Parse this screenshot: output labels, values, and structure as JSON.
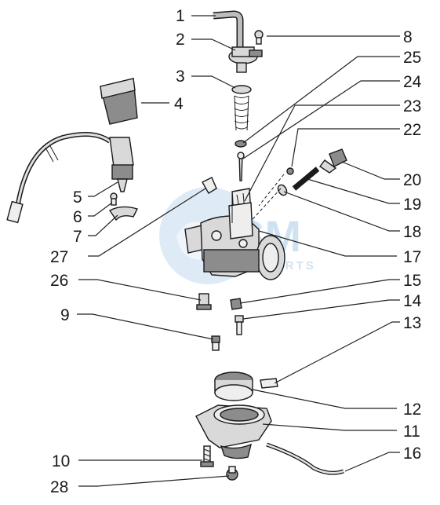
{
  "watermark": {
    "logo_text": "SM",
    "sub_text": "PARTS"
  },
  "callouts": [
    {
      "id": "1",
      "label": "1"
    },
    {
      "id": "2",
      "label": "2"
    },
    {
      "id": "3",
      "label": "3"
    },
    {
      "id": "4",
      "label": "4"
    },
    {
      "id": "5",
      "label": "5"
    },
    {
      "id": "6",
      "label": "6"
    },
    {
      "id": "7",
      "label": "7"
    },
    {
      "id": "8",
      "label": "8"
    },
    {
      "id": "9",
      "label": "9"
    },
    {
      "id": "10",
      "label": "10"
    },
    {
      "id": "11",
      "label": "11"
    },
    {
      "id": "12",
      "label": "12"
    },
    {
      "id": "13",
      "label": "13"
    },
    {
      "id": "14",
      "label": "14"
    },
    {
      "id": "15",
      "label": "15"
    },
    {
      "id": "16",
      "label": "16"
    },
    {
      "id": "17",
      "label": "17"
    },
    {
      "id": "18",
      "label": "18"
    },
    {
      "id": "19",
      "label": "19"
    },
    {
      "id": "20",
      "label": "20"
    },
    {
      "id": "22",
      "label": "22"
    },
    {
      "id": "23",
      "label": "23"
    },
    {
      "id": "24",
      "label": "24"
    },
    {
      "id": "25",
      "label": "25"
    },
    {
      "id": "26",
      "label": "26"
    },
    {
      "id": "27",
      "label": "27"
    },
    {
      "id": "28",
      "label": "28"
    }
  ]
}
